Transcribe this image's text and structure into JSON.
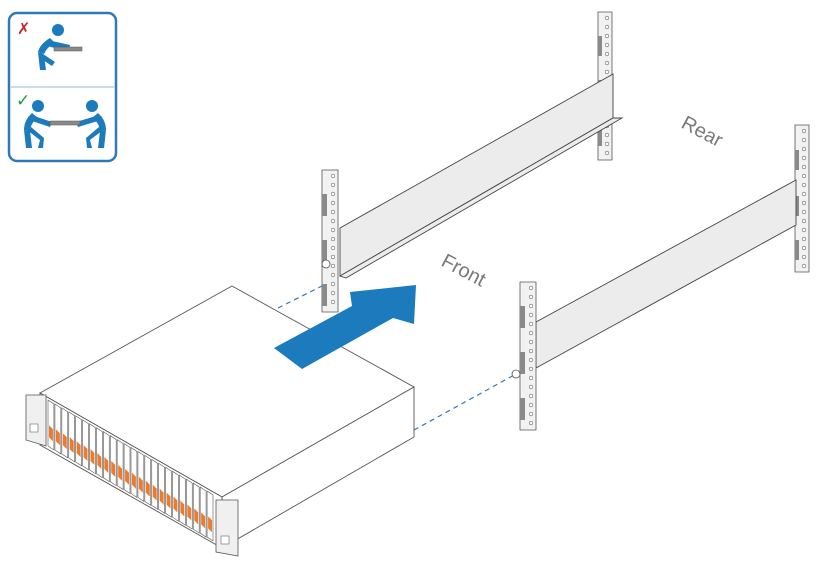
{
  "labels": {
    "front": "Front",
    "rear": "Rear"
  },
  "lift_icon": {
    "wrong_mark": "✗",
    "right_mark": "✓",
    "wrong_color": "#c8252c",
    "right_color": "#2a9a3a",
    "border_color": "#2e7ab8",
    "figure_color": "#1b7bbd"
  },
  "colors": {
    "arrow": "#1b7bbd",
    "dash": "#2e7ab8",
    "drive_accent": "#ee7a2e"
  },
  "drive_bays": 24
}
